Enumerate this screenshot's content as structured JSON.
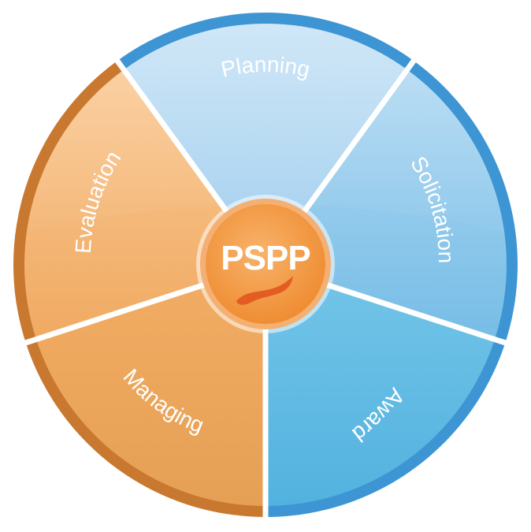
{
  "hub": {
    "label": "PSPP",
    "logo_icon": "orange-swoosh-icon"
  },
  "segments": [
    {
      "id": "planning",
      "label": "Planning",
      "color_light": "#bcdcf3",
      "color_dark": "#8fc4ea"
    },
    {
      "id": "solicitation",
      "label": "Solicitation",
      "color_light": "#a4d2ef",
      "color_dark": "#6bb3e2"
    },
    {
      "id": "award",
      "label": "Award",
      "color_light": "#6cc0e6",
      "color_dark": "#4aa8db"
    },
    {
      "id": "managing",
      "label": "Managing",
      "color_light": "#f2b06a",
      "color_dark": "#e89a48"
    },
    {
      "id": "evaluation",
      "label": "Evaluation",
      "color_light": "#f8c48a",
      "color_dark": "#efa860"
    }
  ],
  "colors": {
    "blue_rim": "#3d95d3",
    "orange_rim": "#c9782f",
    "hub_orange": "#f29a3a",
    "hub_ring": "#f7c089",
    "swoosh": "#e35d22",
    "divider": "#ffffff"
  }
}
